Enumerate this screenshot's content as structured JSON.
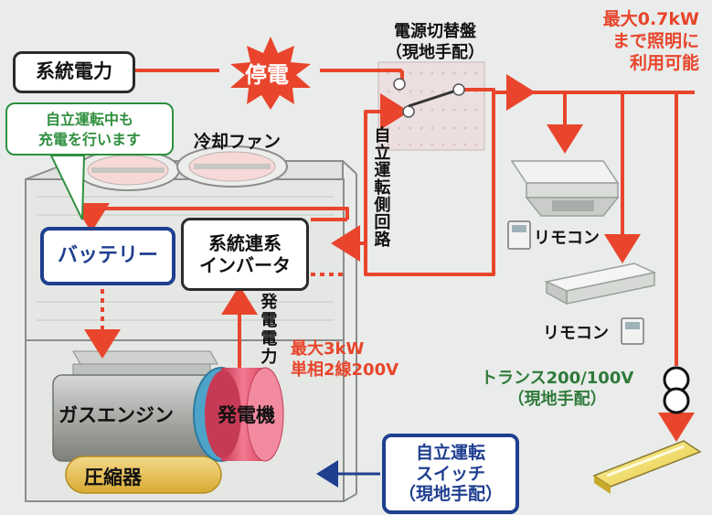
{
  "labels": {
    "grid_power": "系統電力",
    "outage": "停電",
    "switchboard_line1": "電源切替盤",
    "switchboard_line2": "（現地手配）",
    "max_lighting_line1": "最大0.7kW",
    "max_lighting_line2": "まで照明に",
    "max_lighting_line3": "利用可能",
    "callout_line1": "自立運転中も",
    "callout_line2": "充電を行います",
    "cooling_fan": "冷却ファン",
    "independent_circuit": "自立運転側回路",
    "battery": "バッテリー",
    "inverter_line1": "系統連系",
    "inverter_line2": "インバータ",
    "generated_power": "発電電力",
    "output_line1": "最大3kW",
    "output_line2": "単相2線200V",
    "remote1": "リモコン",
    "remote2": "リモコン",
    "transformer_line1": "トランス200/100V",
    "transformer_line2": "（現地手配）",
    "gas_engine": "ガスエンジン",
    "generator": "発電機",
    "compressor": "圧縮器",
    "switch_line1": "自立運転",
    "switch_line2": "スイッチ",
    "switch_line3": "（現地手配）"
  },
  "colors": {
    "flow_red": "#e8452c",
    "battery_blue": "#1f3f8f",
    "callout_green": "#2f8f3f",
    "transformer_green": "#2f7a3a",
    "generator_pink": "#e0506a",
    "compressor_yellow": "#e6c24a"
  }
}
